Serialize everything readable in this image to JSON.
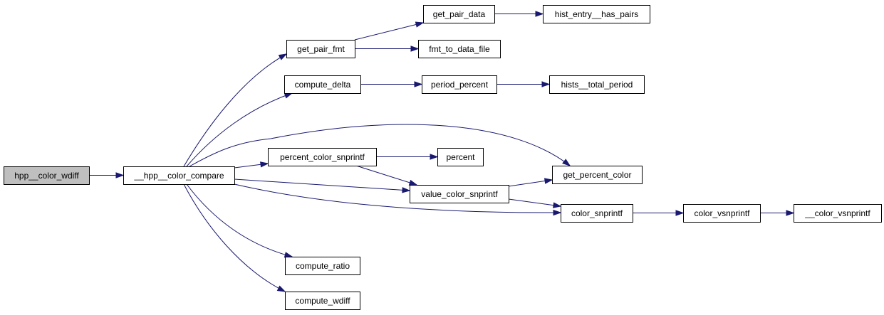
{
  "graph": {
    "nodes": [
      {
        "id": "hpp_color_wdiff",
        "label": "hpp__color_wdiff",
        "highlighted": true
      },
      {
        "id": "hpp_color_compare",
        "label": "__hpp__color_compare"
      },
      {
        "id": "get_pair_fmt",
        "label": "get_pair_fmt"
      },
      {
        "id": "get_pair_data",
        "label": "get_pair_data"
      },
      {
        "id": "hist_entry_has_pairs",
        "label": "hist_entry__has_pairs"
      },
      {
        "id": "fmt_to_data_file",
        "label": "fmt_to_data_file"
      },
      {
        "id": "compute_delta",
        "label": "compute_delta"
      },
      {
        "id": "period_percent",
        "label": "period_percent"
      },
      {
        "id": "hists_total_period",
        "label": "hists__total_period"
      },
      {
        "id": "percent_color_snprintf",
        "label": "percent_color_snprintf"
      },
      {
        "id": "percent",
        "label": "percent"
      },
      {
        "id": "get_percent_color",
        "label": "get_percent_color"
      },
      {
        "id": "value_color_snprintf",
        "label": "value_color_snprintf"
      },
      {
        "id": "color_snprintf",
        "label": "color_snprintf"
      },
      {
        "id": "color_vsnprintf",
        "label": "color_vsnprintf"
      },
      {
        "id": "color_vsnprintf_inner",
        "label": "__color_vsnprintf"
      },
      {
        "id": "compute_ratio",
        "label": "compute_ratio"
      },
      {
        "id": "compute_wdiff",
        "label": "compute_wdiff"
      }
    ],
    "edges": [
      {
        "from": "hpp_color_wdiff",
        "to": "hpp_color_compare"
      },
      {
        "from": "hpp_color_compare",
        "to": "get_pair_fmt"
      },
      {
        "from": "hpp_color_compare",
        "to": "compute_delta"
      },
      {
        "from": "hpp_color_compare",
        "to": "get_percent_color"
      },
      {
        "from": "hpp_color_compare",
        "to": "percent_color_snprintf"
      },
      {
        "from": "hpp_color_compare",
        "to": "value_color_snprintf"
      },
      {
        "from": "hpp_color_compare",
        "to": "color_snprintf"
      },
      {
        "from": "hpp_color_compare",
        "to": "compute_ratio"
      },
      {
        "from": "hpp_color_compare",
        "to": "compute_wdiff"
      },
      {
        "from": "get_pair_fmt",
        "to": "get_pair_data"
      },
      {
        "from": "get_pair_fmt",
        "to": "fmt_to_data_file"
      },
      {
        "from": "get_pair_data",
        "to": "hist_entry_has_pairs"
      },
      {
        "from": "compute_delta",
        "to": "period_percent"
      },
      {
        "from": "period_percent",
        "to": "hists_total_period"
      },
      {
        "from": "percent_color_snprintf",
        "to": "percent"
      },
      {
        "from": "percent_color_snprintf",
        "to": "value_color_snprintf"
      },
      {
        "from": "value_color_snprintf",
        "to": "get_percent_color"
      },
      {
        "from": "value_color_snprintf",
        "to": "color_snprintf"
      },
      {
        "from": "color_snprintf",
        "to": "color_vsnprintf"
      },
      {
        "from": "color_vsnprintf",
        "to": "color_vsnprintf_inner"
      }
    ]
  },
  "colors": {
    "edge": "#191970",
    "node_fill": "#ffffff",
    "node_highlight_fill": "#bfbfbf",
    "node_stroke": "#000000"
  }
}
